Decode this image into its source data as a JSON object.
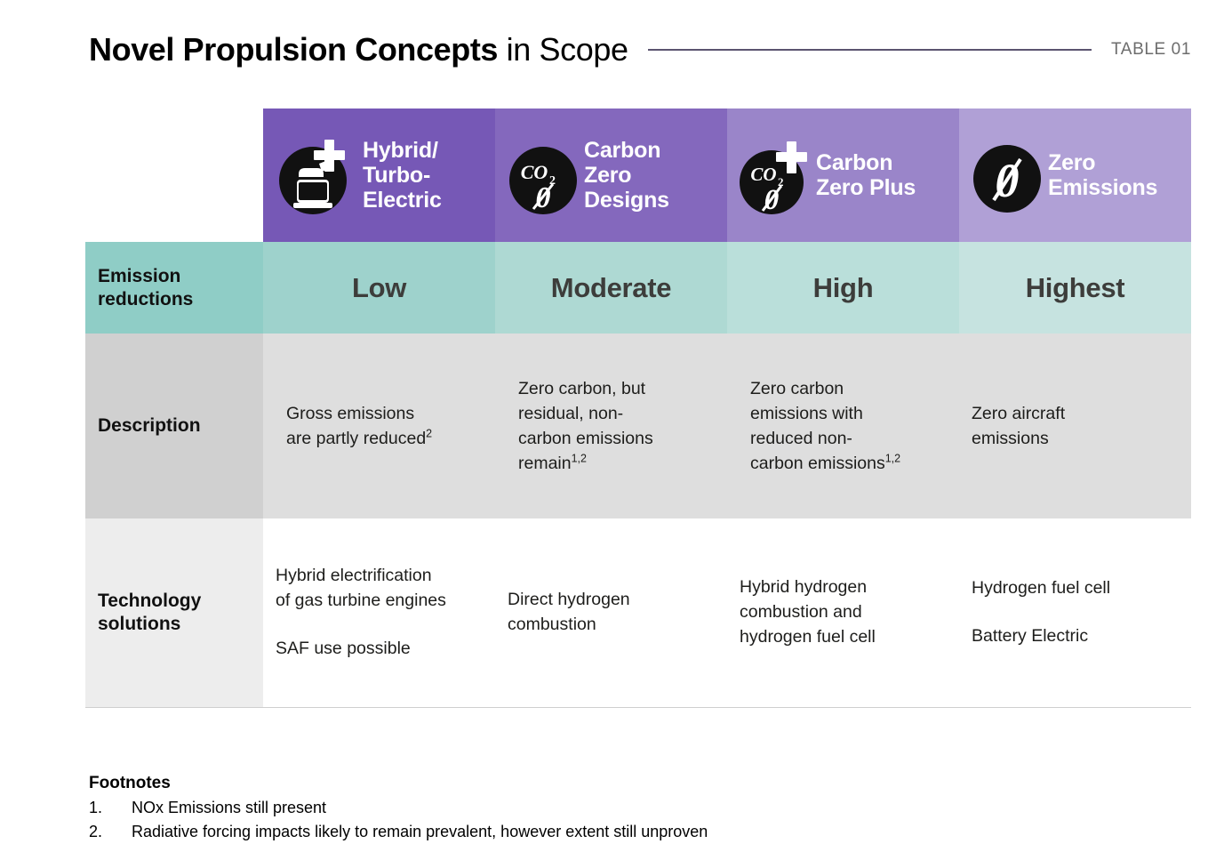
{
  "header": {
    "title_bold": "Novel Propulsion Concepts",
    "title_light": " in Scope",
    "table_label": "TABLE 01",
    "rule_color": "#5b5470"
  },
  "colors": {
    "col1_purple": "#7658b6",
    "col2_purple": "#8468bd",
    "col3_purple": "#9a85c9",
    "col4_purple": "#b0a0d6",
    "teal_label": "#8fcdc6",
    "teal_1": "#9ed2cc",
    "teal_2": "#aed9d3",
    "teal_3": "#badfda",
    "teal_4": "#c6e3e0",
    "desc_label_gray": "#d0d0d0",
    "desc_cell_gray": "#dedede",
    "tech_label_gray": "#ededed",
    "tech_cell": "#ffffff",
    "icon_black": "#111111",
    "value_text": "#3d3d3b"
  },
  "columns": [
    {
      "icon": "fuel-can-plus-icon",
      "label": "Hybrid/\nTurbo-\nElectric"
    },
    {
      "icon": "co2-zero-icon",
      "label": "Carbon\nZero\nDesigns"
    },
    {
      "icon": "co2-zero-plus-icon",
      "label": "Carbon\nZero Plus"
    },
    {
      "icon": "zero-icon",
      "label": "Zero\nEmissions"
    }
  ],
  "rows": {
    "emission": {
      "label": "Emission\nreductions",
      "values": [
        "Low",
        "Moderate",
        "High",
        "Highest"
      ]
    },
    "description": {
      "label": "Description",
      "values": [
        {
          "text": "Gross emissions\nare partly reduced",
          "sup": "2"
        },
        {
          "text": "Zero carbon, but\nresidual, non-\ncarbon emissions\nremain",
          "sup": "1,2"
        },
        {
          "text": "Zero carbon\nemissions with\nreduced non-\ncarbon emissions",
          "sup": "1,2"
        },
        {
          "text": "Zero aircraft\nemissions",
          "sup": ""
        }
      ]
    },
    "technology": {
      "label": "Technology\nsolutions",
      "values": [
        [
          "Hybrid electrification\nof gas turbine engines",
          "SAF use possible"
        ],
        [
          "Direct hydrogen\ncombustion"
        ],
        [
          "Hybrid hydrogen\ncombustion and\nhydrogen fuel cell"
        ],
        [
          "Hydrogen fuel cell",
          "Battery Electric"
        ]
      ]
    }
  },
  "footnotes": {
    "title": "Footnotes",
    "items": [
      {
        "num": "1.",
        "text": "NOx Emissions still present"
      },
      {
        "num": "2.",
        "text": "Radiative forcing impacts likely to remain prevalent, however extent still unproven"
      }
    ]
  }
}
